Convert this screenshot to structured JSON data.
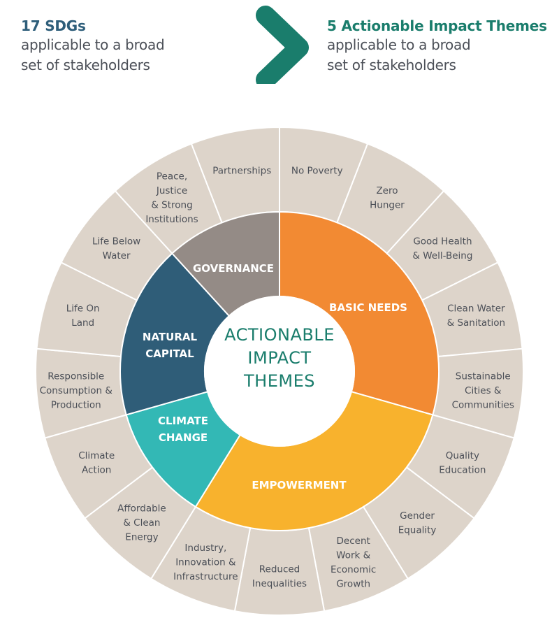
{
  "header": {
    "left": {
      "title": "17 SDGs",
      "subtitle_lines": [
        "applicable to a broad",
        "set of stakeholders"
      ]
    },
    "right": {
      "title": "5 Actionable Impact Themes",
      "subtitle_lines": [
        "applicable to a broad",
        "set of stakeholders"
      ]
    },
    "arrow_icon": "arrow-right-icon"
  },
  "colors": {
    "sdg_fill": "#ddd4ca",
    "separator": "#ffffff",
    "arrow_start": "#2f5d78",
    "arrow_end": "#1a7d6c"
  },
  "center": {
    "lines": [
      "ACTIONABLE",
      "IMPACT",
      "THEMES"
    ]
  },
  "themes": [
    {
      "name": "BASIC NEEDS",
      "lines": [
        "BASIC NEEDS"
      ],
      "color": "#f28a33",
      "sdg_count": 5
    },
    {
      "name": "EMPOWERMENT",
      "lines": [
        "EMPOWERMENT"
      ],
      "color": "#f8b22d",
      "sdg_count": 5
    },
    {
      "name": "CLIMATE CHANGE",
      "lines": [
        "CLIMATE",
        "CHANGE"
      ],
      "color": "#33b8b5",
      "sdg_count": 2
    },
    {
      "name": "NATURAL CAPITAL",
      "lines": [
        "NATURAL",
        "CAPITAL"
      ],
      "color": "#2f5d78",
      "sdg_count": 3
    },
    {
      "name": "GOVERNANCE",
      "lines": [
        "GOVERNANCE"
      ],
      "color": "#948b86",
      "sdg_count": 2
    }
  ],
  "sdgs": [
    {
      "lines": [
        "No Poverty"
      ],
      "theme": "BASIC NEEDS"
    },
    {
      "lines": [
        "Zero",
        "Hunger"
      ],
      "theme": "BASIC NEEDS"
    },
    {
      "lines": [
        "Good Health",
        "& Well-Being"
      ],
      "theme": "BASIC NEEDS"
    },
    {
      "lines": [
        "Clean Water",
        "& Sanitation"
      ],
      "theme": "BASIC NEEDS"
    },
    {
      "lines": [
        "Sustainable",
        "Cities &",
        "Communities"
      ],
      "theme": "BASIC NEEDS"
    },
    {
      "lines": [
        "Quality",
        "Education"
      ],
      "theme": "EMPOWERMENT"
    },
    {
      "lines": [
        "Gender",
        "Equality"
      ],
      "theme": "EMPOWERMENT"
    },
    {
      "lines": [
        "Decent",
        "Work &",
        "Economic",
        "Growth"
      ],
      "theme": "EMPOWERMENT"
    },
    {
      "lines": [
        "Reduced",
        "Inequalities"
      ],
      "theme": "EMPOWERMENT"
    },
    {
      "lines": [
        "Industry,",
        "Innovation &",
        "Infrastructure"
      ],
      "theme": "EMPOWERMENT"
    },
    {
      "lines": [
        "Affordable",
        "& Clean",
        "Energy"
      ],
      "theme": "CLIMATE CHANGE"
    },
    {
      "lines": [
        "Climate",
        "Action"
      ],
      "theme": "CLIMATE CHANGE"
    },
    {
      "lines": [
        "Responsible",
        "Consumption &",
        "Production"
      ],
      "theme": "NATURAL CAPITAL"
    },
    {
      "lines": [
        "Life On",
        "Land"
      ],
      "theme": "NATURAL CAPITAL"
    },
    {
      "lines": [
        "Life Below",
        "Water"
      ],
      "theme": "NATURAL CAPITAL"
    },
    {
      "lines": [
        "Peace,",
        "Justice",
        "& Strong",
        "Institutions"
      ],
      "theme": "GOVERNANCE"
    },
    {
      "lines": [
        "Partnerships"
      ],
      "theme": "GOVERNANCE"
    }
  ]
}
